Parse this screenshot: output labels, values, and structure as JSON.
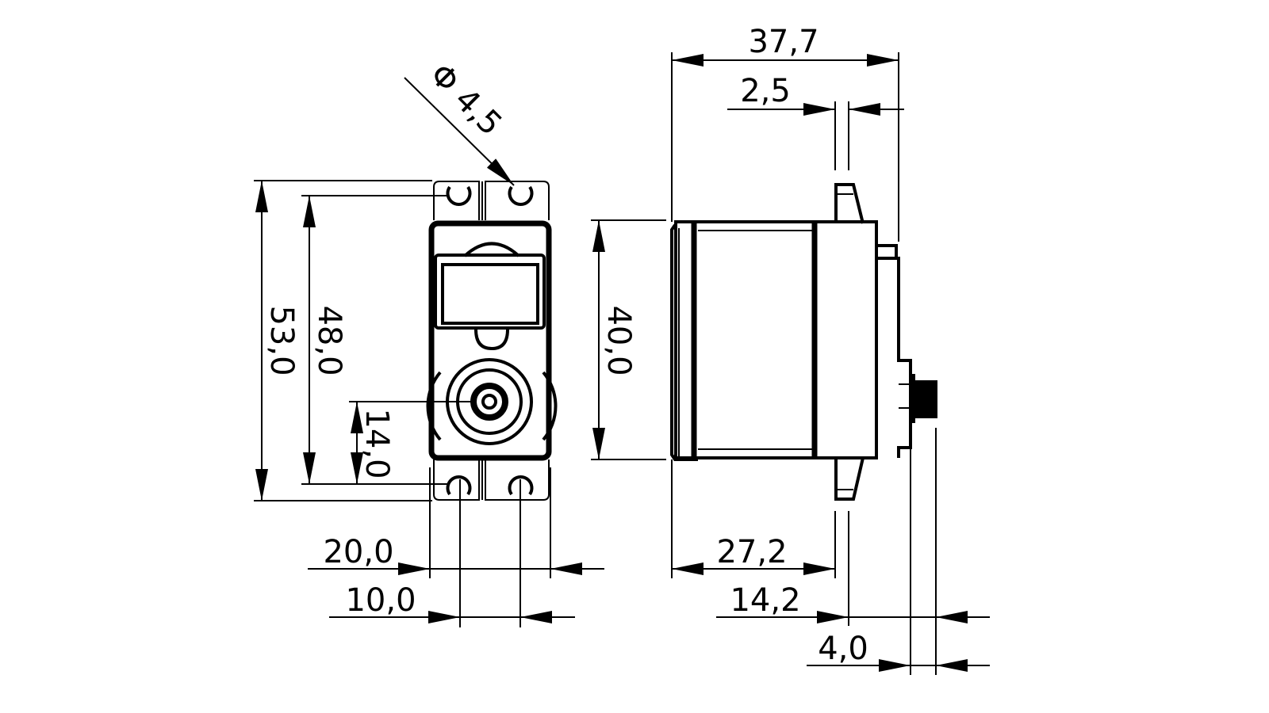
{
  "drawing": {
    "front_view": {
      "hole_diameter": "Φ 4,5",
      "overall_height": "53,0",
      "hole_spacing_vertical": "48,0",
      "shaft_to_hole": "14,0",
      "body_width": "20,0",
      "hole_spacing_horizontal": "10,0"
    },
    "side_view": {
      "overall_length": "37,7",
      "flange_thickness": "2,5",
      "body_height": "40,0",
      "body_to_flange": "27,2",
      "flange_to_shaft_end": "14,2",
      "spline_length": "4,0"
    },
    "colors": {
      "line": "#000000",
      "background": "#ffffff"
    }
  }
}
